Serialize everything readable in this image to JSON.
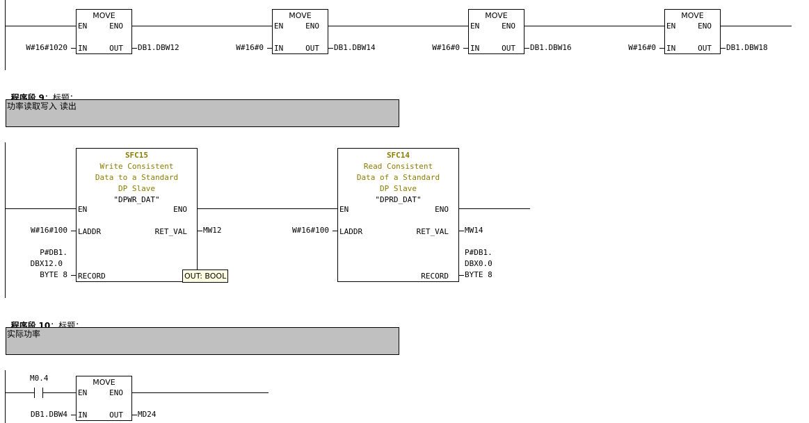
{
  "network8": {
    "blocks": [
      {
        "title": "MOVE",
        "en": "EN",
        "eno": "ENO",
        "in_pin": "IN",
        "out_pin": "OUT",
        "in_val": "W#16#1020",
        "out_val": "DB1.DBW12"
      },
      {
        "title": "MOVE",
        "en": "EN",
        "eno": "ENO",
        "in_pin": "IN",
        "out_pin": "OUT",
        "in_val": "W#16#0",
        "out_val": "DB1.DBW14"
      },
      {
        "title": "MOVE",
        "en": "EN",
        "eno": "ENO",
        "in_pin": "IN",
        "out_pin": "OUT",
        "in_val": "W#16#0",
        "out_val": "DB1.DBW16"
      },
      {
        "title": "MOVE",
        "en": "EN",
        "eno": "ENO",
        "in_pin": "IN",
        "out_pin": "OUT",
        "in_val": "W#16#0",
        "out_val": "DB1.DBW18"
      }
    ]
  },
  "network9": {
    "label": "程序段",
    "number": "9",
    "title_suffix": "：标题：",
    "comment": "功率读取写入 读出",
    "sfc15": {
      "name": "SFC15",
      "desc1": "Write Consistent",
      "desc2": "Data to a Standard",
      "desc3": "DP Slave",
      "symbol": "\"DPWR_DAT\"",
      "en": "EN",
      "eno": "ENO",
      "laddr_pin": "LADDR",
      "ret_pin": "RET_VAL",
      "record_pin": "RECORD",
      "laddr_val": "W#16#100",
      "ret_val": "MW12",
      "record_val1": "P#DB1.",
      "record_val2": "DBX12.0",
      "record_val3": "BYTE 8"
    },
    "sfc14": {
      "name": "SFC14",
      "desc1": "Read Consistent",
      "desc2": "Data of a Standard",
      "desc3": "DP Slave",
      "symbol": "\"DPRD_DAT\"",
      "en": "EN",
      "eno": "ENO",
      "laddr_pin": "LADDR",
      "ret_pin": "RET_VAL",
      "record_pin": "RECORD",
      "laddr_val": "W#16#100",
      "ret_val": "MW14",
      "record_val1": "P#DB1.",
      "record_val2": "DBX0.0",
      "record_val3": "BYTE 8"
    },
    "tooltip": "OUT: BOOL"
  },
  "network10": {
    "label": "程序段",
    "number": "10",
    "title_suffix": "：标题：",
    "comment": "实际功率",
    "contact": "M0.4",
    "move": {
      "title": "MOVE",
      "en": "EN",
      "eno": "ENO",
      "in_pin": "IN",
      "out_pin": "OUT",
      "in_val": "DB1.DBW4",
      "out_val": "MD24"
    }
  }
}
